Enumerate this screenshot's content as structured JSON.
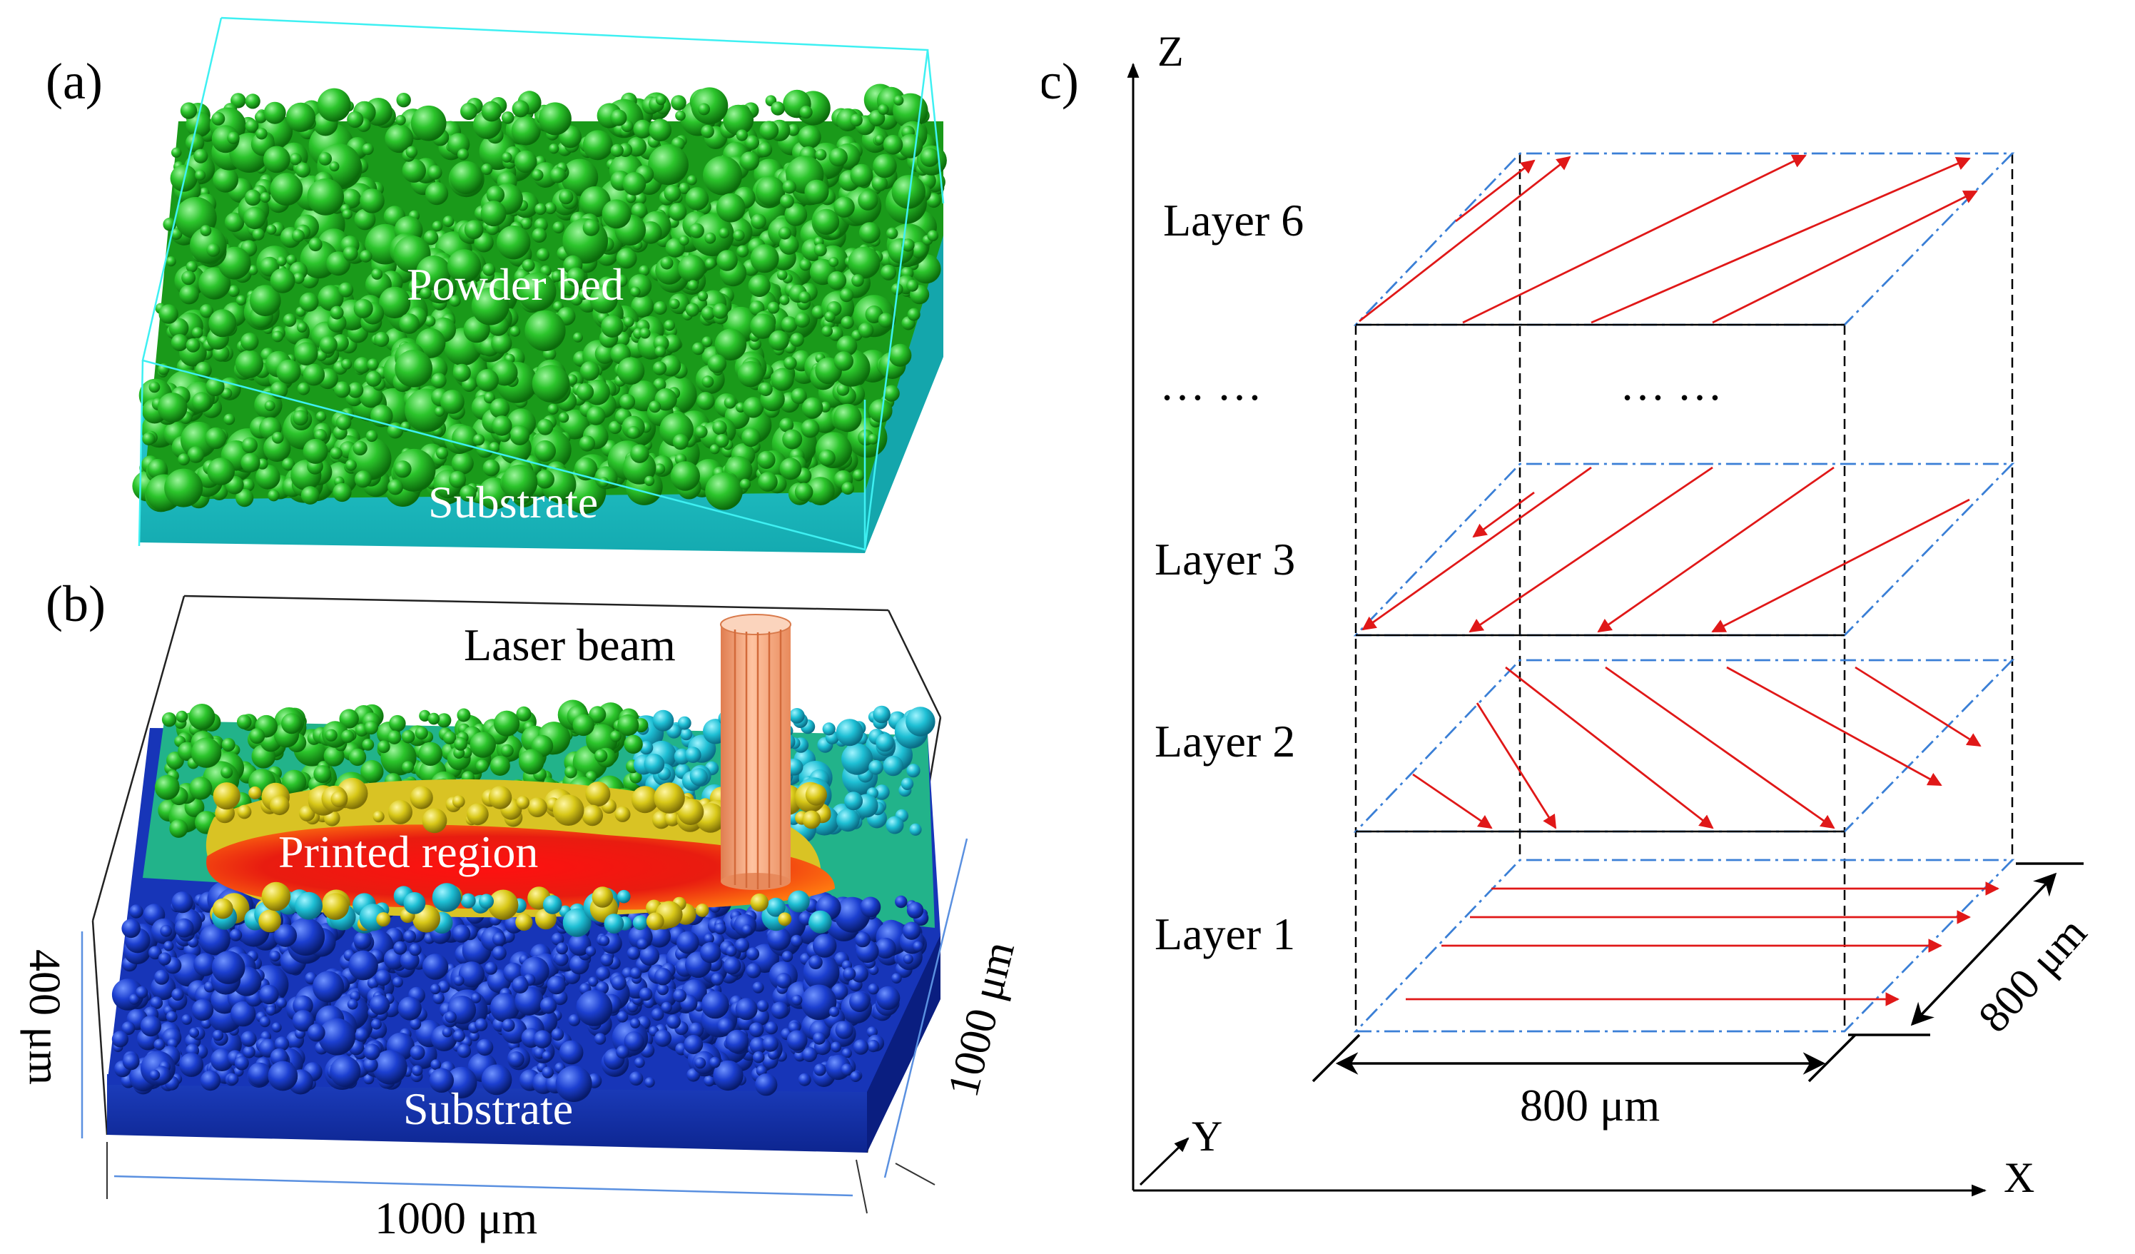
{
  "panel_a": {
    "label": "(a)",
    "powder_label": "Powder bed",
    "substrate_label": "Substrate"
  },
  "panel_b": {
    "label": "(b)",
    "laser_label": "Laser beam",
    "printed_label": "Printed region",
    "substrate_label": "Substrate",
    "height_dim": "400 μm",
    "depth_dim": "1000 μm",
    "width_dim": "1000 μm"
  },
  "panel_c": {
    "label": "(c)",
    "axis_z": "Z",
    "axis_y": "Y",
    "axis_x": "X",
    "layers": [
      "Layer 6",
      "Layer 3",
      "Layer 2",
      "Layer 1"
    ],
    "ellipsis_left": "… …",
    "ellipsis_right": "… …",
    "width_dim": "800 μm",
    "depth_dim": "800 μm"
  },
  "colors": {
    "powder": "#22b422",
    "substrate_a": "#22c6c8",
    "box_a": "#3ef0f2",
    "substrate_b": "#1232a8",
    "scan_path": "#e01818",
    "layer_outline": "#3a7fd6",
    "laser": "#f6a57c"
  }
}
